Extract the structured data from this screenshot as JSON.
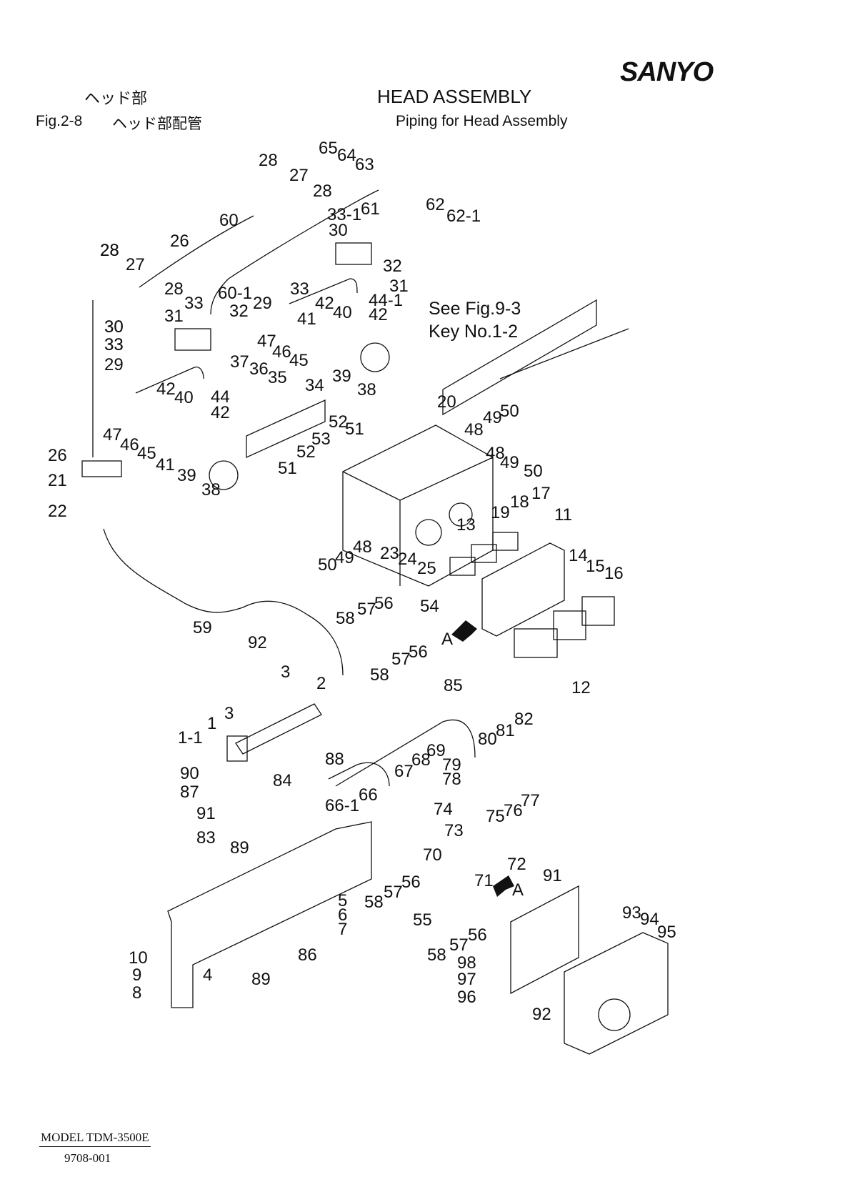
{
  "header": {
    "brand": "SANYO",
    "section_jp": "ヘッド部",
    "section_en": "HEAD ASSEMBLY",
    "figure_no": "Fig.2-8",
    "figure_title_jp": "ヘッド部配管",
    "figure_title_en": "Piping for Head Assembly"
  },
  "note": {
    "line1": "See Fig.9-3",
    "line2": "Key No.1-2"
  },
  "view_marker": "A",
  "callouts": [
    {
      "id": "c1",
      "text": "65"
    },
    {
      "id": "c2",
      "text": "64"
    },
    {
      "id": "c3",
      "text": "63"
    },
    {
      "id": "c4",
      "text": "28"
    },
    {
      "id": "c5",
      "text": "27"
    },
    {
      "id": "c6",
      "text": "28"
    },
    {
      "id": "c7",
      "text": "62"
    },
    {
      "id": "c8",
      "text": "62-1"
    },
    {
      "id": "c9",
      "text": "60"
    },
    {
      "id": "c10",
      "text": "33-1"
    },
    {
      "id": "c11",
      "text": "61"
    },
    {
      "id": "c12",
      "text": "30"
    },
    {
      "id": "c13",
      "text": "26"
    },
    {
      "id": "c14",
      "text": "28"
    },
    {
      "id": "c15",
      "text": "27"
    },
    {
      "id": "c16",
      "text": "32"
    },
    {
      "id": "c17",
      "text": "28"
    },
    {
      "id": "c18",
      "text": "60-1"
    },
    {
      "id": "c19",
      "text": "33"
    },
    {
      "id": "c20",
      "text": "31"
    },
    {
      "id": "c21",
      "text": "33"
    },
    {
      "id": "c22",
      "text": "32"
    },
    {
      "id": "c23",
      "text": "29"
    },
    {
      "id": "c24",
      "text": "44-1"
    },
    {
      "id": "c25",
      "text": "30"
    },
    {
      "id": "c26",
      "text": "31"
    },
    {
      "id": "c27",
      "text": "42"
    },
    {
      "id": "c28",
      "text": "40"
    },
    {
      "id": "c29",
      "text": "42"
    },
    {
      "id": "c30",
      "text": "33"
    },
    {
      "id": "c31",
      "text": "41"
    },
    {
      "id": "c32",
      "text": "47"
    },
    {
      "id": "c33",
      "text": "46"
    },
    {
      "id": "c34",
      "text": "45"
    },
    {
      "id": "c35",
      "text": "29"
    },
    {
      "id": "c36",
      "text": "39"
    },
    {
      "id": "c37",
      "text": "38"
    },
    {
      "id": "c38",
      "text": "37"
    },
    {
      "id": "c39",
      "text": "36"
    },
    {
      "id": "c40",
      "text": "35"
    },
    {
      "id": "c41",
      "text": "34"
    },
    {
      "id": "c42",
      "text": "42"
    },
    {
      "id": "c43",
      "text": "40"
    },
    {
      "id": "c44",
      "text": "44"
    },
    {
      "id": "c45",
      "text": "42"
    },
    {
      "id": "c46",
      "text": "20"
    },
    {
      "id": "c47",
      "text": "47"
    },
    {
      "id": "c48",
      "text": "46"
    },
    {
      "id": "c49",
      "text": "45"
    },
    {
      "id": "c50",
      "text": "51"
    },
    {
      "id": "c51",
      "text": "49"
    },
    {
      "id": "c52",
      "text": "50"
    },
    {
      "id": "c53",
      "text": "48"
    },
    {
      "id": "c54",
      "text": "26"
    },
    {
      "id": "c55",
      "text": "41"
    },
    {
      "id": "c56",
      "text": "39"
    },
    {
      "id": "c57",
      "text": "52"
    },
    {
      "id": "c58",
      "text": "53"
    },
    {
      "id": "c59",
      "text": "52"
    },
    {
      "id": "c60",
      "text": "51"
    },
    {
      "id": "c61",
      "text": "48"
    },
    {
      "id": "c62",
      "text": "49"
    },
    {
      "id": "c63",
      "text": "50"
    },
    {
      "id": "c64",
      "text": "21"
    },
    {
      "id": "c65",
      "text": "38"
    },
    {
      "id": "c66",
      "text": "18"
    },
    {
      "id": "c67",
      "text": "17"
    },
    {
      "id": "c68",
      "text": "22"
    },
    {
      "id": "c69",
      "text": "19"
    },
    {
      "id": "c70",
      "text": "11"
    },
    {
      "id": "c71",
      "text": "13"
    },
    {
      "id": "c72",
      "text": "50"
    },
    {
      "id": "c73",
      "text": "49"
    },
    {
      "id": "c74",
      "text": "48"
    },
    {
      "id": "c75",
      "text": "23"
    },
    {
      "id": "c76",
      "text": "24"
    },
    {
      "id": "c77",
      "text": "25"
    },
    {
      "id": "c78",
      "text": "14"
    },
    {
      "id": "c79",
      "text": "15"
    },
    {
      "id": "c80",
      "text": "16"
    },
    {
      "id": "c81",
      "text": "57"
    },
    {
      "id": "c82",
      "text": "56"
    },
    {
      "id": "c83",
      "text": "54"
    },
    {
      "id": "c84",
      "text": "58"
    },
    {
      "id": "c85",
      "text": "59"
    },
    {
      "id": "c86",
      "text": "58"
    },
    {
      "id": "c87",
      "text": "57"
    },
    {
      "id": "c88",
      "text": "56"
    },
    {
      "id": "c89",
      "text": "92"
    },
    {
      "id": "c90",
      "text": "3"
    },
    {
      "id": "c91",
      "text": "2"
    },
    {
      "id": "c92",
      "text": "12"
    },
    {
      "id": "c93",
      "text": "85"
    },
    {
      "id": "c94",
      "text": "3"
    },
    {
      "id": "c95",
      "text": "1"
    },
    {
      "id": "c96",
      "text": "1-1"
    },
    {
      "id": "c97",
      "text": "88"
    },
    {
      "id": "c98",
      "text": "82"
    },
    {
      "id": "c99",
      "text": "81"
    },
    {
      "id": "c100",
      "text": "80"
    },
    {
      "id": "c101",
      "text": "69"
    },
    {
      "id": "c102",
      "text": "79"
    },
    {
      "id": "c103",
      "text": "68"
    },
    {
      "id": "c104",
      "text": "67"
    },
    {
      "id": "c105",
      "text": "78"
    },
    {
      "id": "c106",
      "text": "90"
    },
    {
      "id": "c107",
      "text": "84"
    },
    {
      "id": "c108",
      "text": "87"
    },
    {
      "id": "c109",
      "text": "66"
    },
    {
      "id": "c110",
      "text": "77"
    },
    {
      "id": "c111",
      "text": "76"
    },
    {
      "id": "c112",
      "text": "66-1"
    },
    {
      "id": "c113",
      "text": "74"
    },
    {
      "id": "c114",
      "text": "75"
    },
    {
      "id": "c115",
      "text": "91"
    },
    {
      "id": "c116",
      "text": "83"
    },
    {
      "id": "c117",
      "text": "73"
    },
    {
      "id": "c118",
      "text": "89"
    },
    {
      "id": "c119",
      "text": "70"
    },
    {
      "id": "c120",
      "text": "72"
    },
    {
      "id": "c121",
      "text": "71"
    },
    {
      "id": "c122",
      "text": "91"
    },
    {
      "id": "c123",
      "text": "56"
    },
    {
      "id": "c124",
      "text": "57"
    },
    {
      "id": "c125",
      "text": "58"
    },
    {
      "id": "c126",
      "text": "5"
    },
    {
      "id": "c127",
      "text": "6"
    },
    {
      "id": "c128",
      "text": "55"
    },
    {
      "id": "c129",
      "text": "7"
    },
    {
      "id": "c130",
      "text": "93"
    },
    {
      "id": "c131",
      "text": "94"
    },
    {
      "id": "c132",
      "text": "95"
    },
    {
      "id": "c133",
      "text": "56"
    },
    {
      "id": "c134",
      "text": "57"
    },
    {
      "id": "c135",
      "text": "58"
    },
    {
      "id": "c136",
      "text": "10"
    },
    {
      "id": "c137",
      "text": "86"
    },
    {
      "id": "c138",
      "text": "98"
    },
    {
      "id": "c139",
      "text": "9"
    },
    {
      "id": "c140",
      "text": "4"
    },
    {
      "id": "c141",
      "text": "97"
    },
    {
      "id": "c142",
      "text": "8"
    },
    {
      "id": "c143",
      "text": "89"
    },
    {
      "id": "c144",
      "text": "96"
    },
    {
      "id": "c145",
      "text": "92"
    },
    {
      "id": "c146",
      "text": "30"
    },
    {
      "id": "c147",
      "text": "33"
    },
    {
      "id": "c148",
      "text": "28"
    }
  ],
  "footer": {
    "model": "MODEL TDM-3500E",
    "revision": "9708-001"
  }
}
